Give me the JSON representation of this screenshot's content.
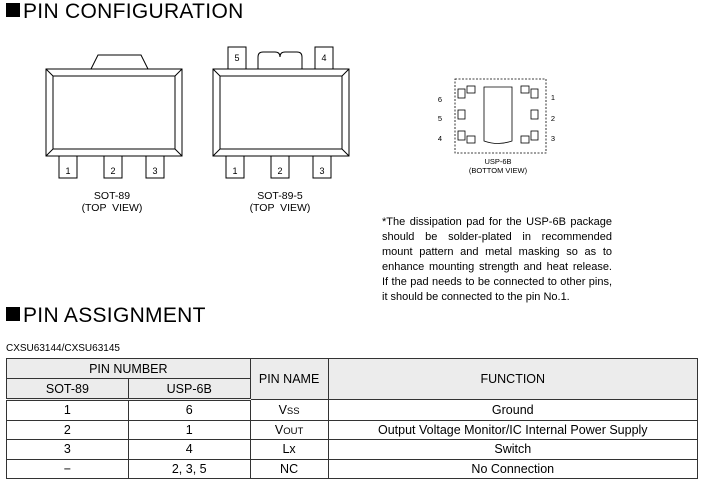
{
  "sections": {
    "pin_configuration": "PIN CONFIGURATION",
    "pin_assignment": "PIN ASSIGNMENT"
  },
  "packages": [
    {
      "name": "SOT-89",
      "view": "(TOP  VIEW)",
      "bottom_pins": [
        "1",
        "2",
        "3"
      ]
    },
    {
      "name": "SOT-89-5",
      "view": "(TOP  VIEW)",
      "top_pins": [
        "5",
        "4"
      ],
      "bottom_pins": [
        "1",
        "2",
        "3"
      ]
    },
    {
      "name": "USP-6B",
      "view": "(BOTTOM VIEW)",
      "left_pins": [
        "6",
        "5",
        "4"
      ],
      "right_pins": [
        "1",
        "2",
        "3"
      ]
    }
  ],
  "note": "*The dissipation pad for the USP-6B package should be solder-plated in recommended mount pattern and metal masking so as to enhance mounting strength and heat release. If the pad needs to be connected to other pins, it should be connected to the pin No.1.",
  "part_numbers": "CXSU63144/CXSU63145",
  "table": {
    "headers": {
      "pin_number": "PIN NUMBER",
      "sot89": "SOT-89",
      "usp6b": "USP-6B",
      "pin_name": "PIN NAME",
      "function": "FUNCTION"
    },
    "rows": [
      {
        "sot89": "1",
        "usp6b": "6",
        "pin_main": "V",
        "pin_sub": "SS",
        "function": "Ground"
      },
      {
        "sot89": "2",
        "usp6b": "1",
        "pin_main": "V",
        "pin_sub": "OUT",
        "function": "Output Voltage Monitor/IC Internal Power Supply"
      },
      {
        "sot89": "3",
        "usp6b": "4",
        "pin_main": "Lx",
        "pin_sub": "",
        "function": "Switch"
      },
      {
        "sot89": "−",
        "usp6b": "2, 3, 5",
        "pin_main": "NC",
        "pin_sub": "",
        "function": "No Connection"
      }
    ]
  }
}
